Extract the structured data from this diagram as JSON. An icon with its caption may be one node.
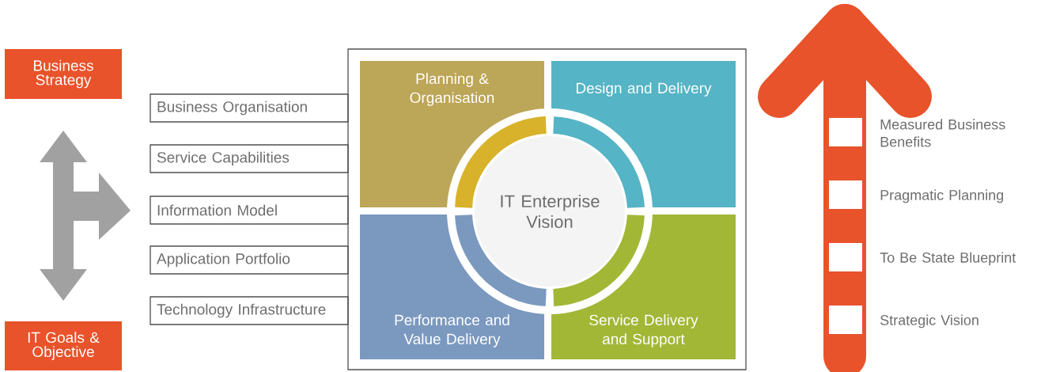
{
  "diagram": {
    "nodes": [
      {
        "text": [
          "Business Strategy"
        ]
      },
      {
        "text": [
          "IT Goals & Objective"
        ]
      },
      {
        "text": [
          "Business Organisation"
        ]
      },
      {
        "text": [
          "Service Capabilities"
        ]
      },
      {
        "text": [
          "Information Model"
        ]
      },
      {
        "text": [
          "Application Portfolio"
        ]
      },
      {
        "text": [
          "Technology Infrastructure"
        ]
      },
      {
        "text": [],
        "shape": "box"
      },
      {
        "text": [
          "Planning & Organisation"
        ],
        "in": 7
      },
      {
        "text": [
          "Design and Delivery"
        ],
        "in": 7
      },
      {
        "text": [
          "Performance and Value Delivery"
        ],
        "in": 7
      },
      {
        "text": [
          "Service Delivery and Support"
        ],
        "in": 7
      },
      {
        "text": [
          "IT Enterprise Vision"
        ],
        "in": 7
      }
    ],
    "labels": [
      "Measured Business Benefits",
      "Pragmatic Planning",
      "To Be State Blueprint",
      "Strategic Vision"
    ]
  }
}
